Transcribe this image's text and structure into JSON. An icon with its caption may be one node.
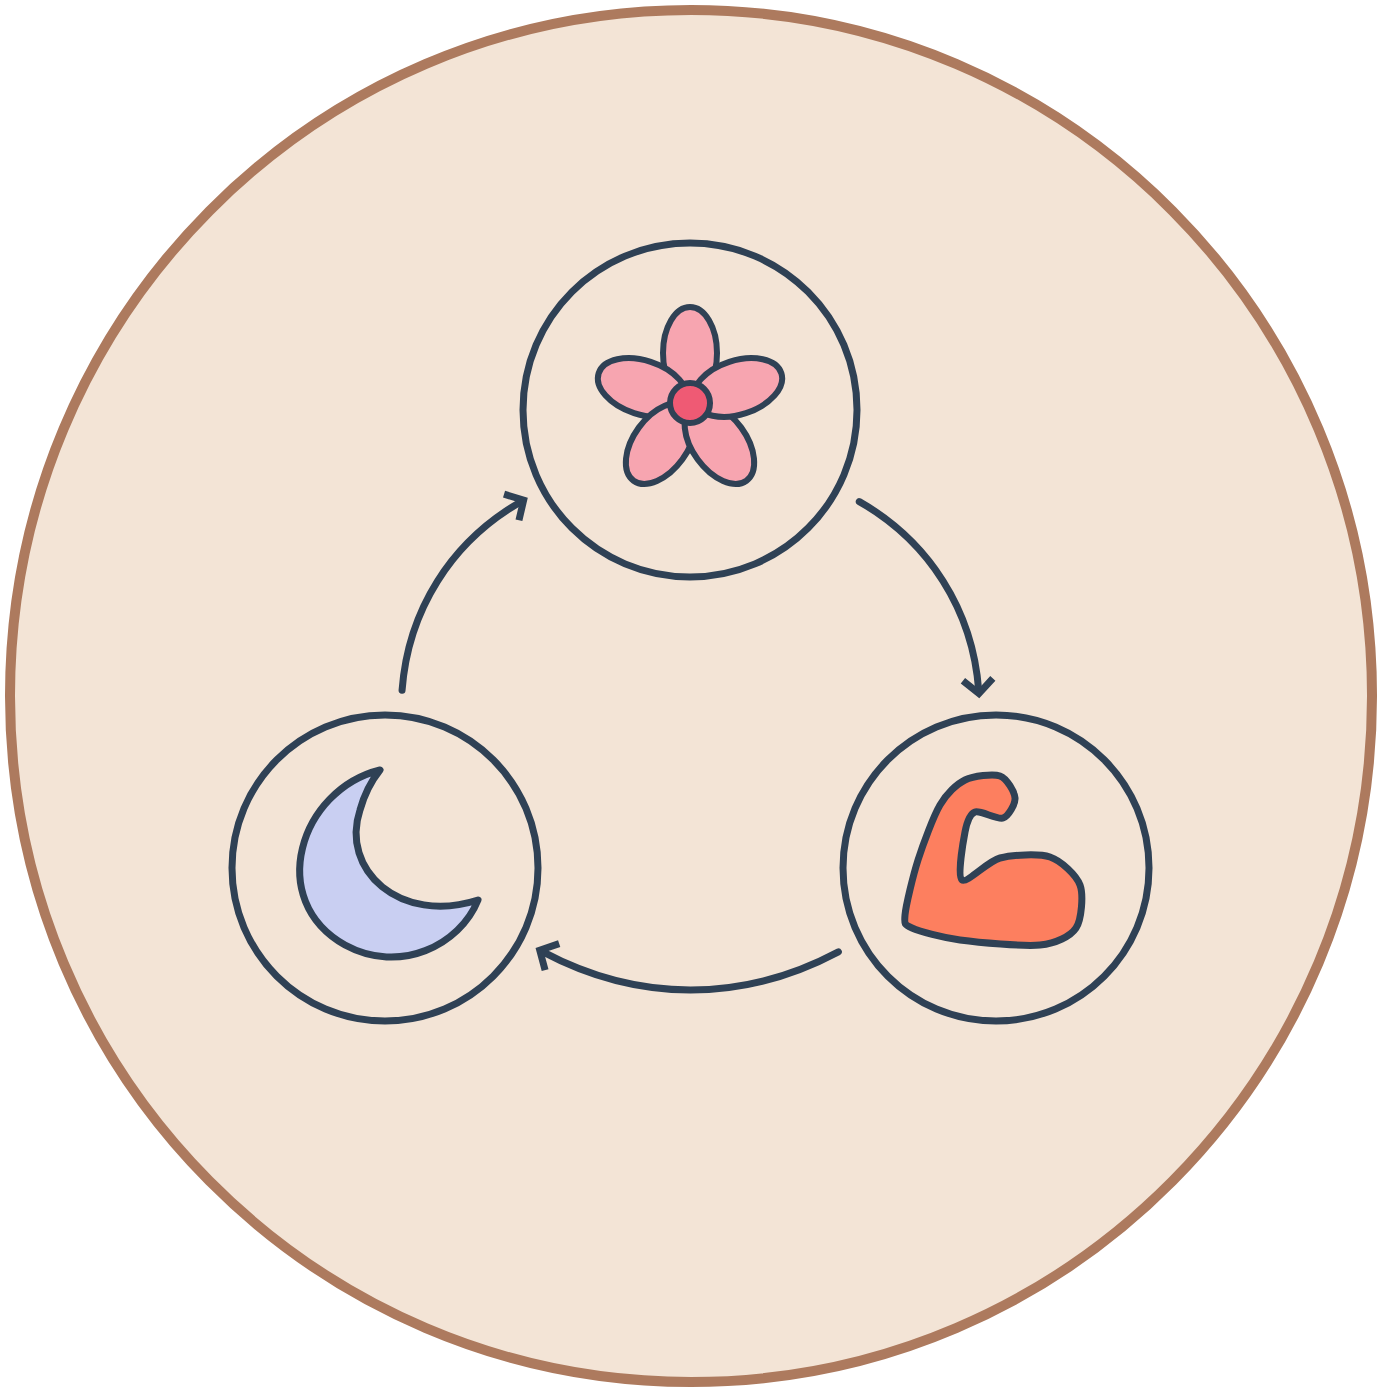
{
  "diagram": {
    "nodes": [
      {
        "text": [],
        "shape": "circle"
      },
      {
        "text": [],
        "shape": "circle"
      },
      {
        "text": [],
        "shape": "circle"
      }
    ],
    "edges": [
      {
        "from": 0,
        "to": 1,
        "arrow": "to"
      },
      {
        "from": 1,
        "to": 2,
        "arrow": "to"
      },
      {
        "from": 2,
        "to": 0,
        "arrow": "to"
      }
    ]
  }
}
